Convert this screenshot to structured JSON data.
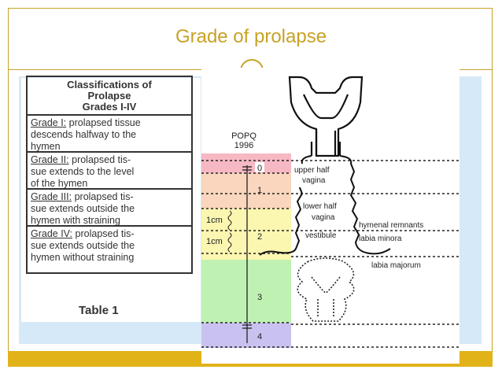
{
  "slide": {
    "title": "Grade of prolapse",
    "colors": {
      "accent": "#c8a227",
      "bar": "#e2b219",
      "panel": "#d6e9f8"
    }
  },
  "table": {
    "header": [
      "Classifications of",
      "Prolapse",
      "Grades I-IV"
    ],
    "rows": [
      {
        "grade": "Grade I:",
        "lines": [
          " prolapsed tissue",
          "descends halfway to the",
          "hymen"
        ]
      },
      {
        "grade": "Grade II:",
        "lines": [
          " prolapsed tis-",
          "sue extends to the level",
          "of the hymen"
        ]
      },
      {
        "grade": "Grade III:",
        "lines": [
          " prolapsed tis-",
          "sue extends outside the",
          "hymen with straining"
        ]
      },
      {
        "grade": "Grade IV:",
        "lines": [
          " prolapsed tis-",
          "sue extends outside the",
          "hymen without straining"
        ]
      }
    ],
    "caption": "Table 1"
  },
  "diagram": {
    "popq_title": "POPQ",
    "popq_year": "1996",
    "stages": [
      "0",
      "1",
      "2",
      "3",
      "4"
    ],
    "measurements": [
      "1cm",
      "1cm"
    ],
    "labels": {
      "upper1": "upper half",
      "upper2": "vagina",
      "lower1": "lower half",
      "lower2": "vagina",
      "vestibule": "vestibule",
      "hymenal": "hymenal remnants",
      "minora": "labia minora",
      "majorum": "labia majorum"
    },
    "band_colors": [
      "#f6b8c3",
      "#f9d6bd",
      "#fbf6b0",
      "#bff2b2",
      "#c9c2f0"
    ]
  }
}
